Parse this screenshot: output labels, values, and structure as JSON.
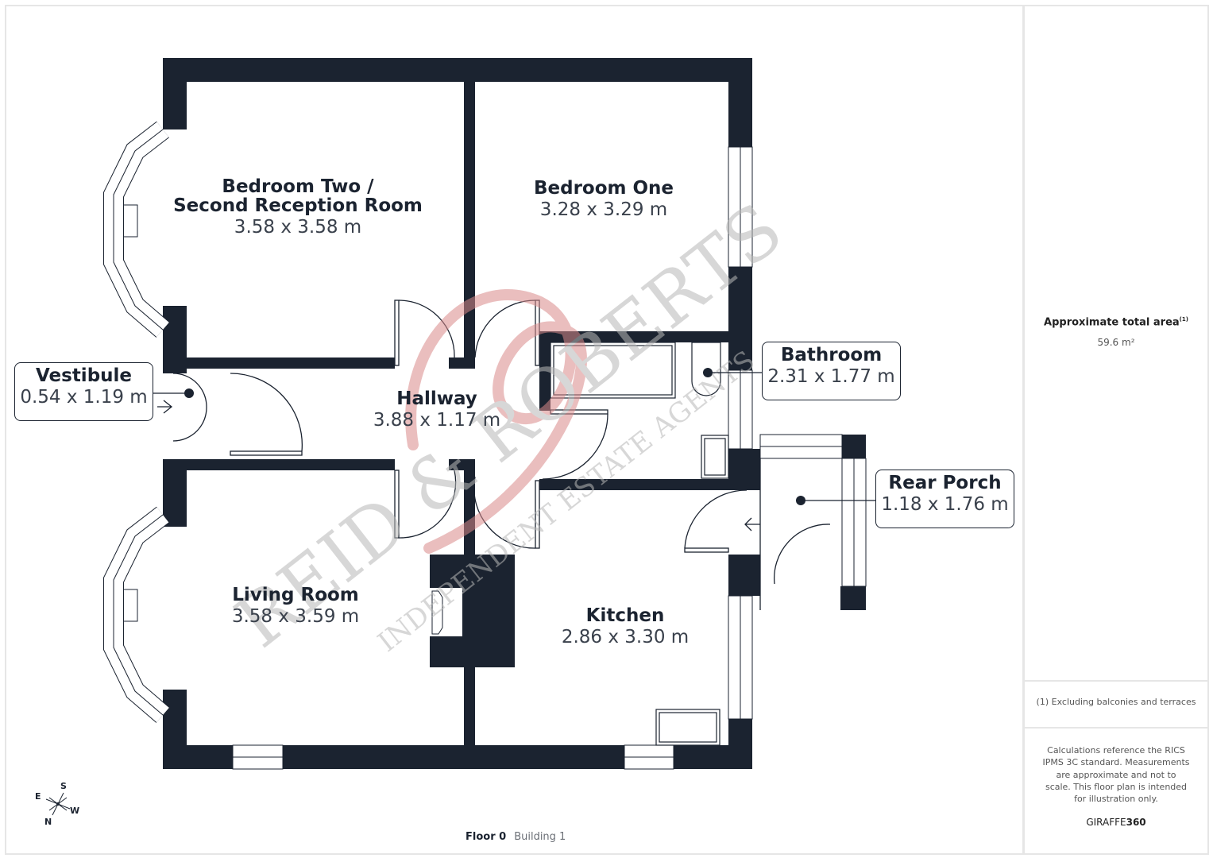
{
  "floor": {
    "level_label": "Floor 0",
    "building_label": "Building 1"
  },
  "rooms": [
    {
      "name_line1": "Bedroom Two /",
      "name_line2": "Second Reception Room",
      "dimensions": "3.58 x 3.58 m"
    },
    {
      "name": "Bedroom One",
      "dimensions": "3.28 x 3.29 m"
    },
    {
      "name": "Hallway",
      "dimensions": "3.88 x 1.17 m"
    },
    {
      "name": "Living Room",
      "dimensions": "3.58 x 3.59 m"
    },
    {
      "name": "Kitchen",
      "dimensions": "2.86 x 3.30 m"
    }
  ],
  "callouts": [
    {
      "name": "Vestibule",
      "dimensions": "0.54 x 1.19 m"
    },
    {
      "name": "Bathroom",
      "dimensions": "2.31 x 1.77 m"
    },
    {
      "name": "Rear Porch",
      "dimensions": "1.18 x 1.76 m"
    }
  ],
  "sidebar": {
    "area_title": "Approximate total area",
    "area_footnote_marker": "(1)",
    "area_value": "59.6 m²",
    "footnote": "(1) Excluding balconies and terraces",
    "disclaimer": "Calculations reference the RICS IPMS 3C standard. Measurements are approximate and not to scale. This floor plan is intended for illustration only.",
    "brand_prefix": "GIRAFFE",
    "brand_suffix": "360"
  },
  "compass": {
    "n": "N",
    "s": "S",
    "e": "E",
    "w": "W"
  },
  "watermark": {
    "line1": "REID & ROBERTS",
    "line2": "INDEPENDENT ESTATE AGENTS"
  },
  "colors": {
    "wall": "#1b2330",
    "watermark_red": "#d98a8a",
    "watermark_grey": "#b8b8b8",
    "frame": "#e6e6e6"
  }
}
